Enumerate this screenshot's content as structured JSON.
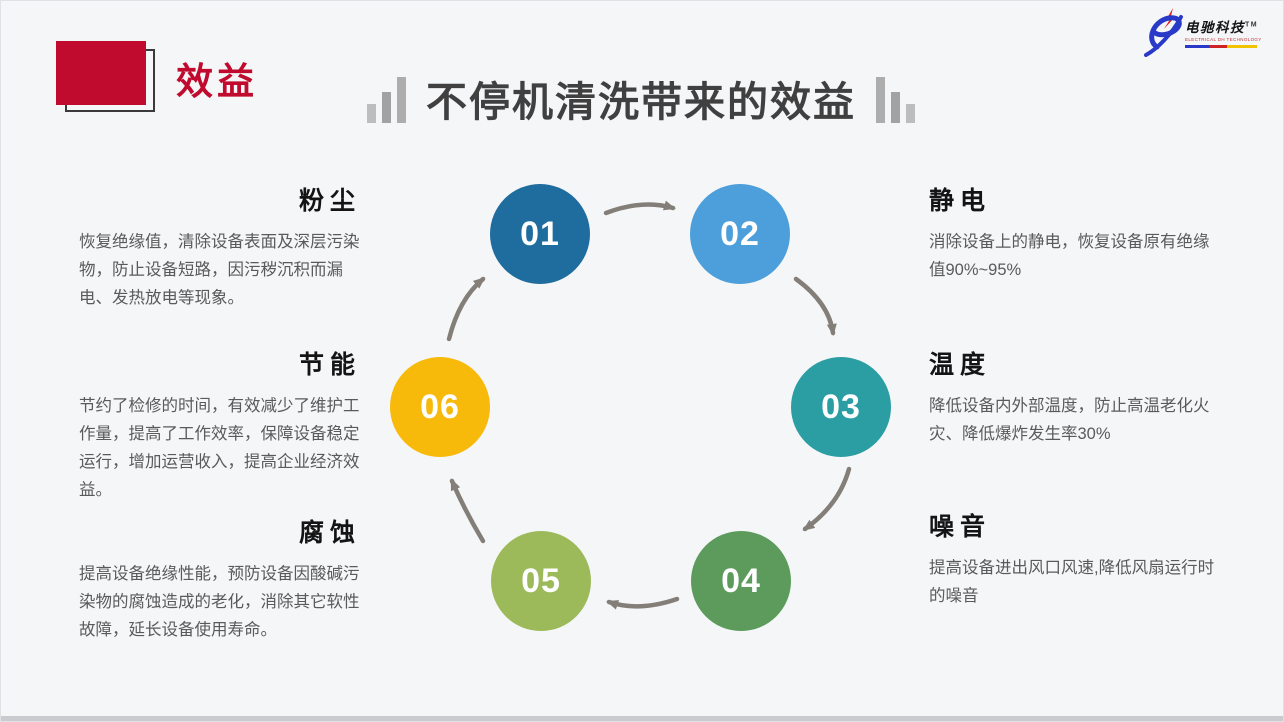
{
  "slide": {
    "section_label": "效益",
    "title": "不停机清洗带来的效益",
    "accent_red": "#c00a2e",
    "background": "#f5f6f8"
  },
  "logo": {
    "name": "电驰科技",
    "tm": "TM",
    "subtitle": "ELECTRICAL DH TECHNOLOGY"
  },
  "left_items": [
    {
      "heading": "粉尘",
      "body": "恢复绝缘值，清除设备表面及深层污染物，防止设备短路，因污秽沉积而漏电、发热放电等现象。"
    },
    {
      "heading": "节能",
      "body": "节约了检修的时间，有效减少了维护工作量，提高了工作效率，保障设备稳定运行，增加运营收入，提高企业经济效益。"
    },
    {
      "heading": "腐蚀",
      "body": "提高设备绝缘性能，预防设备因酸碱污染物的腐蚀造成的老化，消除其它软性故障，延长设备使用寿命。"
    }
  ],
  "right_items": [
    {
      "heading": "静电",
      "body": "消除设备上的静电，恢复设备原有绝缘值90%~95%"
    },
    {
      "heading": "温度",
      "body": "降低设备内外部温度，防止高温老化火灾、降低爆炸发生率30%"
    },
    {
      "heading": "噪音",
      "body": "提高设备进出风口风速,降低风扇运行时的噪音"
    }
  ],
  "cycle": {
    "steps": [
      {
        "number": "01",
        "color": "#1f6c9e"
      },
      {
        "number": "02",
        "color": "#4c9fda"
      },
      {
        "number": "03",
        "color": "#2b9ea4"
      },
      {
        "number": "04",
        "color": "#5c9b5b"
      },
      {
        "number": "05",
        "color": "#9cba59"
      },
      {
        "number": "06",
        "color": "#f7ba0b"
      }
    ],
    "arrow_color": "#847e78"
  }
}
